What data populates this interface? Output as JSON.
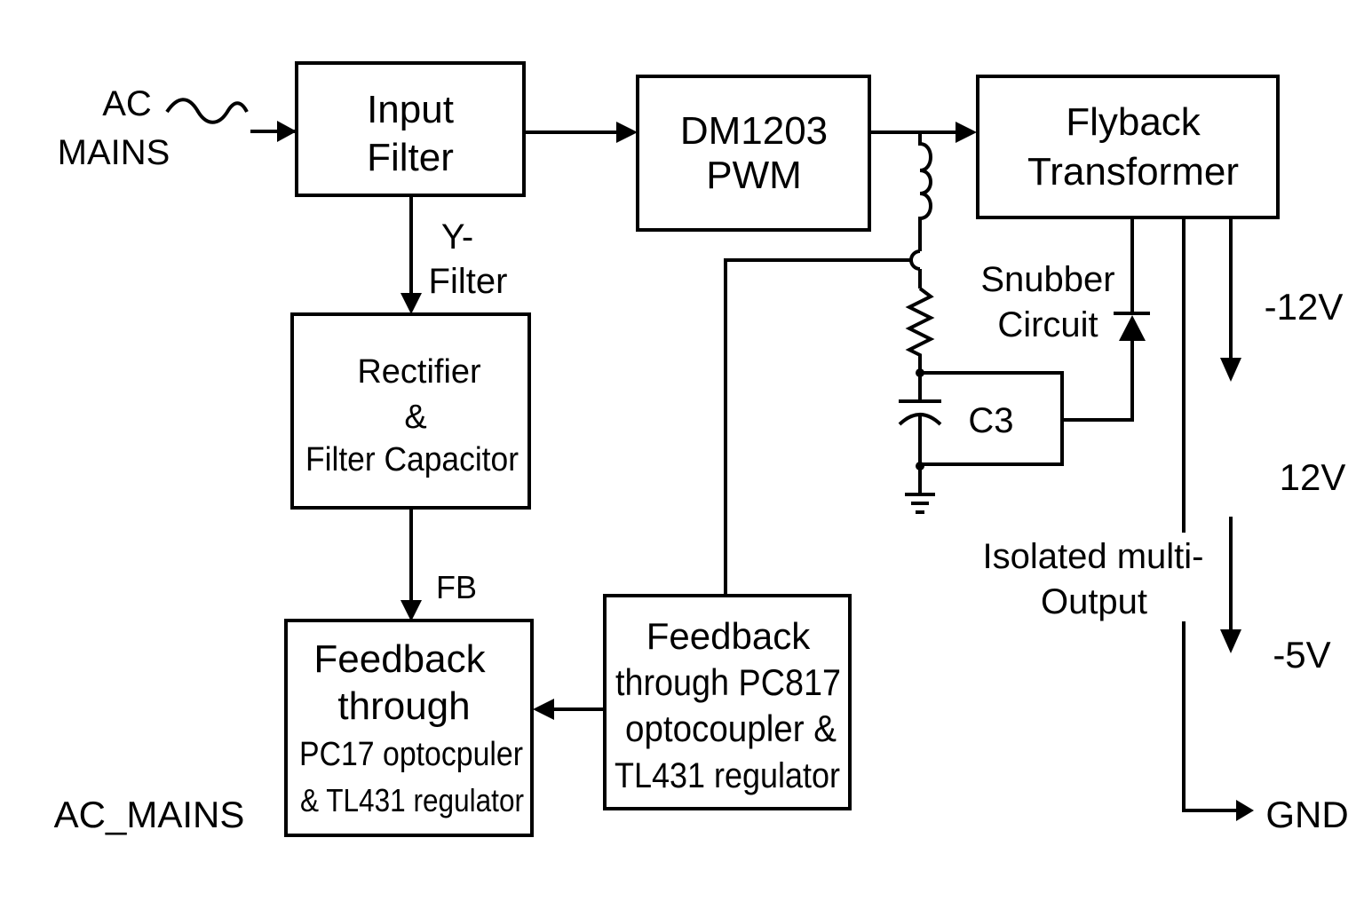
{
  "colors": {
    "stroke": "#000000",
    "background": "#ffffff",
    "text": "#000000"
  },
  "blocks": {
    "input_filter": {
      "lines": [
        "Input",
        "Filter"
      ]
    },
    "pwm": {
      "lines": [
        "DM1203",
        "PWM"
      ]
    },
    "flyback": {
      "lines": [
        "Flyback",
        "Transformer"
      ]
    },
    "rectifier": {
      "lines": [
        "Rectifier",
        "&",
        "Filter Capacitor"
      ]
    },
    "feedback_left": {
      "lines": [
        "Feedback",
        "through",
        "PC17 optocpuler",
        "& TL431 regulator"
      ]
    },
    "feedback_right": {
      "lines": [
        "Feedback",
        "through PC817",
        "optocoupler &",
        "TL431 regulator"
      ]
    },
    "c3": {
      "label": "C3"
    }
  },
  "labels": {
    "ac_mains": [
      "AC",
      "MAINS"
    ],
    "y_filter": [
      "Y-",
      "Filter"
    ],
    "fb": "FB",
    "snubber": [
      "Snubber",
      "Circuit"
    ],
    "isolated": [
      "Isolated multi-",
      "Output"
    ],
    "ac_mains_bottom": "AC_MAINS"
  },
  "outputs": {
    "neg12": "-12V",
    "pos12": "12V",
    "neg5": "-5V",
    "gnd": "GND"
  },
  "icons": {
    "ac_source": "sine-wave-icon",
    "inductor": "inductor-icon",
    "resistor": "resistor-icon",
    "capacitor": "capacitor-icon",
    "ground": "ground-icon",
    "diode": "diode-icon"
  }
}
